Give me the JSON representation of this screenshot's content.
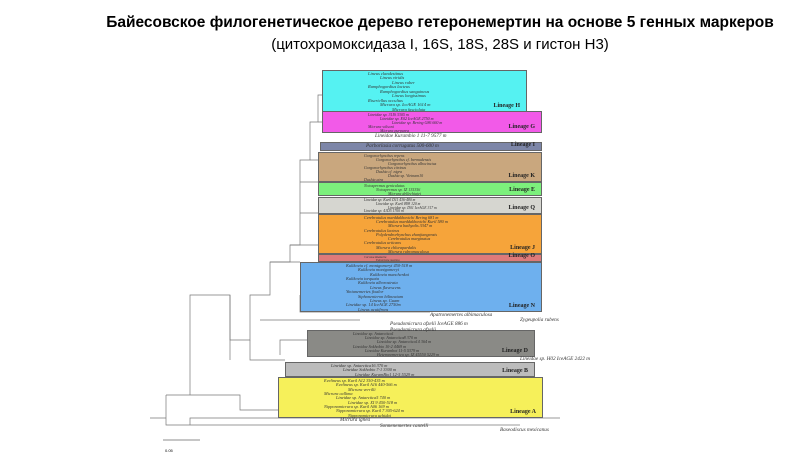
{
  "slide": {
    "title": "Байесовское филогенетическое дерево гетеронемертин на основе 5 генных маркеров",
    "subtitle": "(цитохромоксидаза I, 16S, 18S, 28S и гистон Н3)"
  },
  "tree": {
    "scale_label": "0.05",
    "lineages": [
      {
        "id": "H",
        "label": "Lineage H",
        "color": "#55f2f2",
        "taxa": [
          "Lineus clandestinus",
          "Lineus viridis",
          "Lineus ruber",
          "Ramphogordius lacteus",
          "Ramphogordius sanguineus",
          "Lineus longissimus",
          "Riseriellus occultus",
          "Micrura sp. IceAGE 1614 m",
          "Micrura fasciolata"
        ]
      },
      {
        "id": "G",
        "label": "Lineage G",
        "color": "#f25ae8",
        "taxa": [
          "Lineidae sp. 31IS 3305 m",
          "Lineidae sp. E02 IceAGE 2750 m",
          "Lineidae sp. Bering G86 660 m",
          "Micrura wilsoni",
          "Micrura purpurea"
        ]
      },
      {
        "id": "I",
        "label": "Lineage I",
        "color": "#7d86a8",
        "taxa": [
          "Parborlasia corrugatus 500-600 m"
        ]
      },
      {
        "id": "K",
        "label": "Lineage K",
        "color": "#c9a77e",
        "taxa": [
          "Gorgonorhynchus repens",
          "Gorgonorhynchus cf. bermudensis",
          "Gorgonorhynchus albocinctus",
          "Gorgonorhynchus citrinus",
          "Dushia cf. nigra",
          "Dushia sp. Vietnam10",
          "Dushia atra"
        ]
      },
      {
        "id": "E",
        "label": "Lineage E",
        "color": "#7cf07c",
        "taxa": [
          "Notospermus geniculatus",
          "Notospermus sp. IZ 135356",
          "Micrura dellechiajei"
        ]
      },
      {
        "id": "Q",
        "label": "Lineage Q",
        "color": "#d6d6d0",
        "taxa": [
          "Lineidae sp. Kuril D11 436-480 m",
          "Lineidae sp. Kuril B98 120 m",
          "Lineidae sp. D01 IceAGE 317 m",
          "Lineidae sp. 41D5 1700 m"
        ]
      },
      {
        "id": "J",
        "label": "Lineage J",
        "color": "#f6a43a",
        "taxa": [
          "Cerebratulus marddakhovichi Bering 681 m",
          "Cerebratulus marddakhovichi Kuril 580 m",
          "Micrura bathyalis 3347 m",
          "Cerebratulus lacteus",
          "Polydendrorhynchus zhanjiangensis",
          "Cerebratulus marginatus",
          "Cerebratulus urticans",
          "Micrura chlorapardalis",
          "Micrura rubramaculosa"
        ]
      },
      {
        "id": "O",
        "label": "Lineage O",
        "color": "#de7a7a",
        "taxa": [
          "Corsoua kikakaria",
          "Euborlasia maxima"
        ]
      },
      {
        "id": "N",
        "label": "Lineage N",
        "color": "#6eb0ee",
        "taxa": [
          "Kulikovia cf. montgomeryi 450-518 m",
          "Kulikovia montgomeryi",
          "Kulikovia manchenkoi",
          "Kulikovia torquata",
          "Kulikovia alborostrata",
          "Lineus flavescens",
          "Yinianemertes fixalor",
          "Siphonenteron bilineatum",
          "Lineus sp. Guam",
          "Lineidae sp. 14 IceAGE 2750m",
          "Lineus acutifrons"
        ]
      },
      {
        "id": "D",
        "label": "Lineage D",
        "color": "#8a8a86",
        "taxa": [
          "Lineidae sp. Antarctica1",
          "Lineidae sp. Antarctica8 370 m",
          "Lineidae sp. Antarctica14 364 m",
          "Lineidae Sokhobio 10-2 4469 m",
          "Lineidae Kuramboi 11-5 5379 m",
          "Heteronemertea sp. IZ 45550 5229 m"
        ]
      },
      {
        "id": "B",
        "label": "Lineage B",
        "color": "#bcbcbc",
        "taxa": [
          "Lineidae sp. Antarctica16 370 m",
          "Lineidae Sokhobio 7-1 3300 m",
          "Lineidae KuramBio1 12-5 5529 m"
        ]
      },
      {
        "id": "A",
        "label": "Lineage A",
        "color": "#f6f05a",
        "taxa": [
          "Evelineus sp. Kuril A12 350-435 m",
          "Evelineus sp. Kuril A16 440-566 m",
          "Micrura verrilli",
          "Micrura callima",
          "Lineidae sp. Antarctica5 740 m",
          "Lineidae sp. XI 9 450-518 m",
          "Nipponomicrura sp. Kuril A06 169 m",
          "Nipponomicrura sp. Kuril 7 305-624 m",
          "Nipponomicrura uchidai"
        ]
      }
    ],
    "other_taxa": [
      "Lineidae Kurambio 1 11-7 9577 m",
      "Apatronemertes albimaculosa",
      "Zygeupolia rubens",
      "Pseudomicrura afzelii IceAGE 886 m",
      "Pseudomicrura afzelii",
      "Lineidae sp. H02 IceAGE 2422 m",
      "Micrura ignea",
      "Sonnenemertes cantelli",
      "Baseodiscus mexicanus"
    ]
  }
}
